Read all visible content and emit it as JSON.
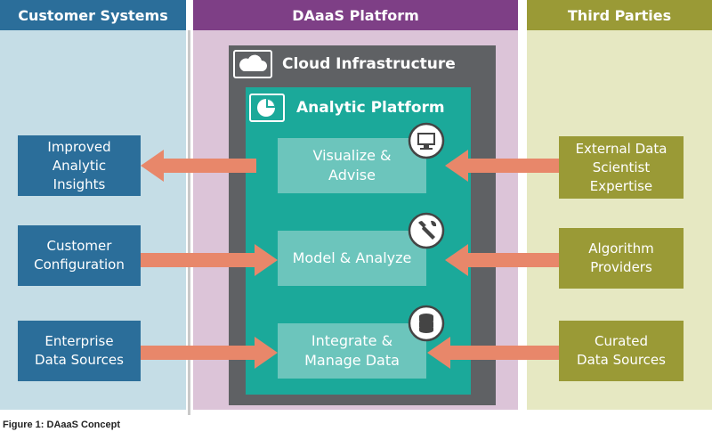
{
  "colors": {
    "customer_header": "#2b6e9a",
    "customer_bg": "#c5dde6",
    "platform_header": "#7e3f86",
    "platform_bg": "#dcc4d8",
    "third_header": "#9a9a36",
    "third_bg": "#e6e8c2",
    "cloud_frame": "#5f6164",
    "analytic_frame": "#1ba99a",
    "step_box": "#6cc5bc",
    "arrow": "#e8876a"
  },
  "columns": {
    "customer": "Customer Systems",
    "platform": "DAaaS Platform",
    "third": "Third Parties"
  },
  "cloud": {
    "title": "Cloud Infrastructure",
    "icon": "cloud-icon"
  },
  "analytic": {
    "title": "Analytic Platform",
    "icon": "pie-chart-icon"
  },
  "steps": [
    {
      "label": "Visualize &\nAdvise",
      "icon": "monitor-icon"
    },
    {
      "label": "Model & Analyze",
      "icon": "wrench-icon"
    },
    {
      "label": "Integrate &\nManage Data",
      "icon": "database-icon"
    }
  ],
  "customer_boxes": [
    "Improved\nAnalytic\nInsights",
    "Customer\nConfiguration",
    "Enterprise\nData Sources"
  ],
  "third_boxes": [
    "External Data\nScientist\nExpertise",
    "Algorithm\nProviders",
    "Curated\nData Sources"
  ],
  "caption": "Figure 1: DAaaS Concept"
}
